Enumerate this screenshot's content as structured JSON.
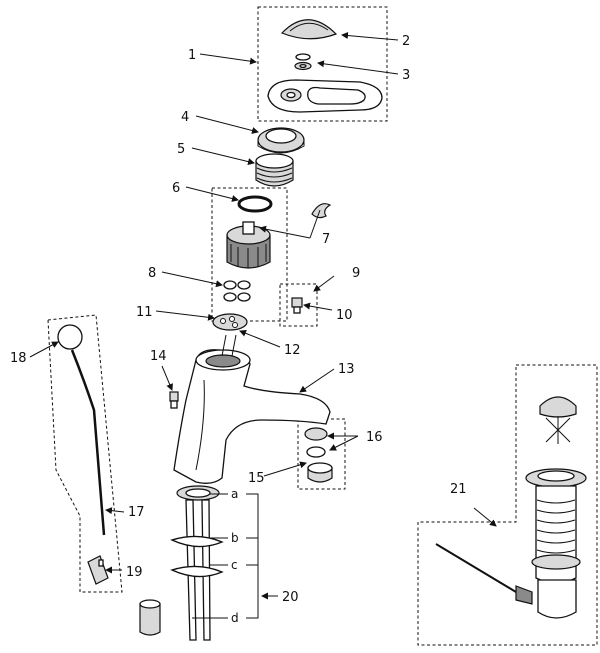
{
  "callouts": {
    "c1": "1",
    "c2": "2",
    "c3": "3",
    "c4": "4",
    "c5": "5",
    "c6": "6",
    "c7": "7",
    "c8": "8",
    "c9": "9",
    "c10": "10",
    "c11": "11",
    "c12": "12",
    "c13": "13",
    "c14": "14",
    "c15": "15",
    "c16": "16",
    "c17": "17",
    "c18": "18",
    "c19": "19",
    "c20": "20",
    "c21": "21"
  },
  "letters": {
    "a": "a",
    "b": "b",
    "c": "c",
    "d": "d"
  }
}
